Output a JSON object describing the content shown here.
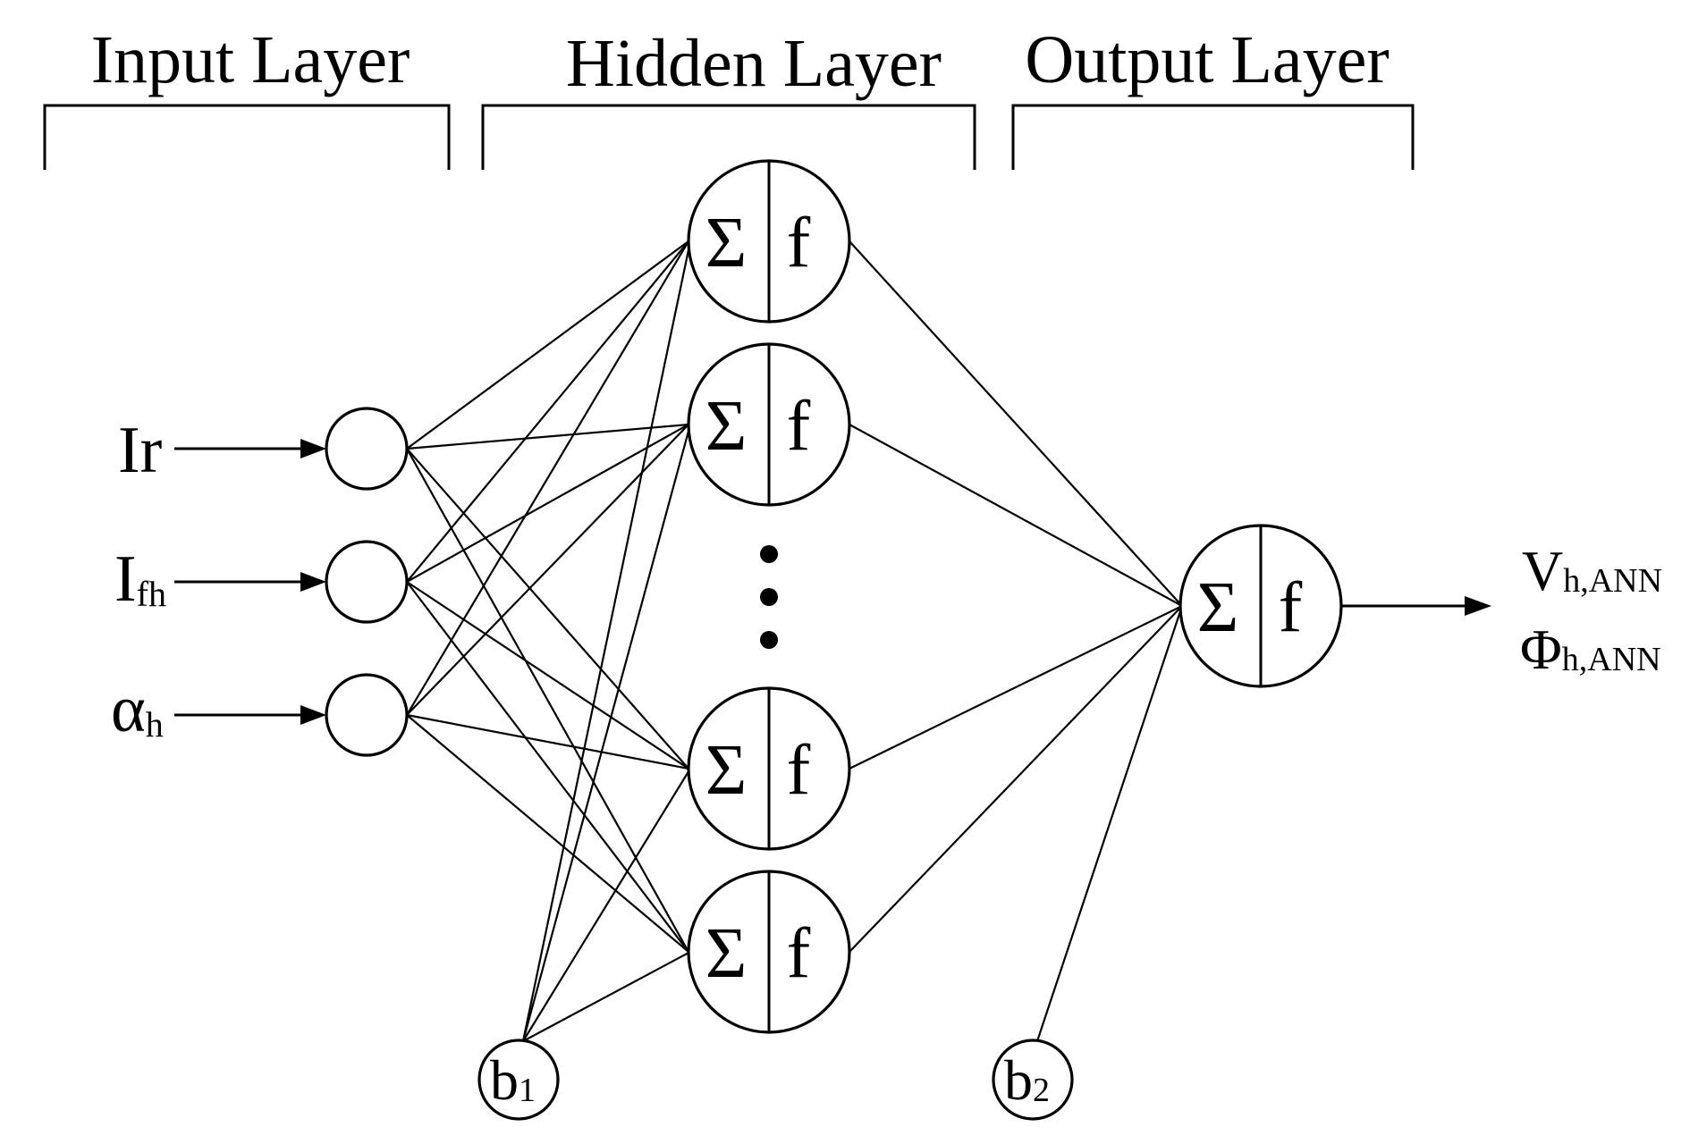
{
  "layers": {
    "input": "Input Layer",
    "hidden": "Hidden Layer",
    "output": "Output Layer"
  },
  "inputs": [
    {
      "main": "Ir",
      "sub": ""
    },
    {
      "main": "I",
      "sub": "fh"
    },
    {
      "main": "α",
      "sub": "h"
    }
  ],
  "neuron": {
    "sum": "Σ",
    "func": "f"
  },
  "biases": [
    {
      "main": "b",
      "sub": "1"
    },
    {
      "main": "b",
      "sub": "2"
    }
  ],
  "outputs": [
    {
      "main": "V",
      "sub": "h,ANN"
    },
    {
      "main": "Φ",
      "sub": "h,ANN"
    }
  ]
}
